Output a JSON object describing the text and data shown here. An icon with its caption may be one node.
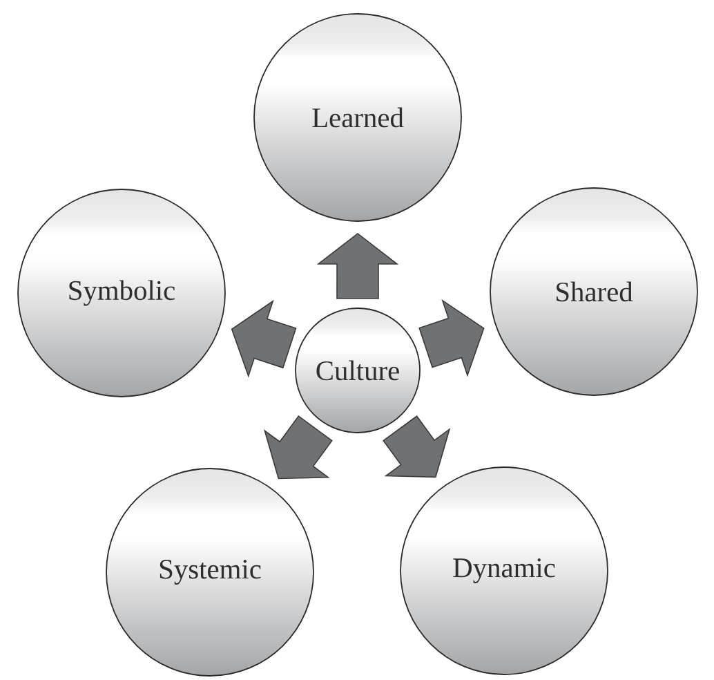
{
  "diagram": {
    "nodes": [
      {
        "text": [
          "Learned"
        ]
      },
      {
        "text": [
          "Symbolic"
        ]
      },
      {
        "text": [
          "Shared"
        ]
      },
      {
        "text": [
          "Culture"
        ]
      },
      {
        "text": [
          "Systemic"
        ]
      },
      {
        "text": [
          "Dynamic"
        ]
      }
    ],
    "edges": [
      {
        "from": 3,
        "to": 0,
        "arrow": "to"
      },
      {
        "from": 3,
        "to": 2,
        "arrow": "to"
      },
      {
        "from": 3,
        "to": 5,
        "arrow": "to"
      },
      {
        "from": 3,
        "to": 4,
        "arrow": "to"
      },
      {
        "from": 3,
        "to": 1,
        "arrow": "to"
      }
    ]
  }
}
